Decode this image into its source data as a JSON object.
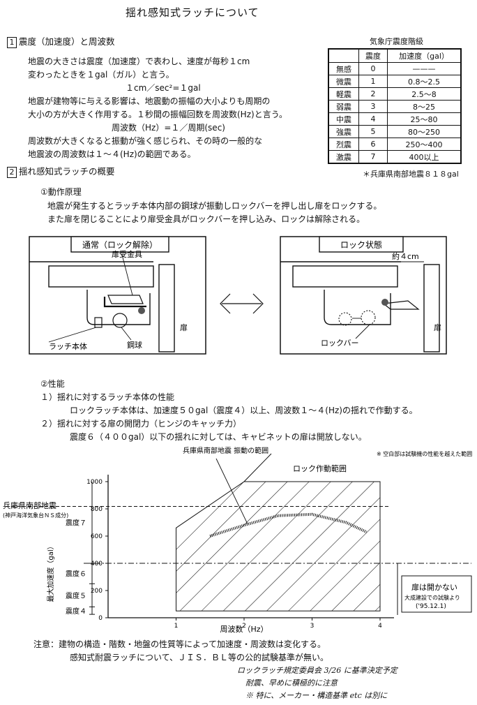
{
  "title": "揺れ感知式ラッチについて",
  "section1": {
    "num": "1",
    "heading": "震度（加速度）と周波数",
    "lines": [
      "地震の大きさは震度（加速度）で表わし、速度が毎秒１cm",
      "変わったときを１gal（ガル）と言う。",
      "１cm／sec²=１gal",
      "地震が建物等に与える影響は、地震動の振幅の大小よりも周期の",
      "大小の方が大きく作用する。１秒間の振幅回数を周波数(Hz)と言う。",
      "周波数（Hz）=１／周期(sec)",
      "周波数が大きくなると振動が強く感じられ、その時の一般的な",
      "地震波の周波数は１～４(Hz)の範囲である。"
    ]
  },
  "jma_table": {
    "title": "気象庁震度階級",
    "headers": [
      "",
      "震度",
      "加速度（gal）"
    ],
    "rows": [
      [
        "無感",
        "0",
        "———"
      ],
      [
        "微震",
        "1",
        "0.8～2.5"
      ],
      [
        "軽震",
        "2",
        "2.5～8"
      ],
      [
        "弱震",
        "3",
        "8～25"
      ],
      [
        "中震",
        "4",
        "25～80"
      ],
      [
        "強震",
        "5",
        "80～250"
      ],
      [
        "烈震",
        "6",
        "250～400"
      ],
      [
        "激震",
        "7",
        "400以上"
      ]
    ],
    "note": "＊兵庫県南部地震８１８gal"
  },
  "section2": {
    "num": "2",
    "heading": "揺れ感知式ラッチの概要",
    "sub1": "①動作原理",
    "sub1_lines": [
      "地震が発生するとラッチ本体内部の鋼球が振動しロックバーを押し出し扉をロックする。",
      "また扉を閉じることにより扉受金具がロックバーを押し込み、ロックは解除される。"
    ],
    "diagram_left": {
      "title": "通常（ロック解除）",
      "label_bracket": "扉受金具",
      "label_body": "ラッチ本体",
      "label_ball": "鋼球",
      "label_door": "扉"
    },
    "diagram_right": {
      "title": "ロック状態",
      "label_dim": "約４cm",
      "label_bar": "ロックバー",
      "label_door": "扉"
    },
    "arrow": "<——>",
    "sub2": "②性能",
    "perf": [
      "１）揺れに対するラッチ本体の性能",
      "ロックラッチ本体は、加速度５０gal（震度４）以上、周波数１～４(Hz)の揺れで作動する。",
      "２）揺れに対する扉の開閉力（ヒンジのキャッチ力）",
      "震度６（４００gal）以下の揺れに対しては、キャビネットの扉は開放しない。"
    ]
  },
  "chart_data": {
    "type": "area",
    "xlabel": "周波数（Hz）",
    "ylabel": "最大加速度（gal）",
    "x_ticks": [
      "1",
      "2",
      "3",
      "4"
    ],
    "y_ticks": [
      "0",
      "200",
      "400",
      "600",
      "800",
      "1000"
    ],
    "xlim": [
      0,
      4
    ],
    "ylim": [
      0,
      1000
    ],
    "lock_range_label": "ロック作動範囲",
    "lock_range_polygon": [
      [
        1,
        50
      ],
      [
        1,
        660
      ],
      [
        2,
        1000
      ],
      [
        4,
        1000
      ],
      [
        4,
        50
      ]
    ],
    "kobe_label": "兵庫県南部地震 振動の範囲",
    "kobe_curve": [
      [
        1.5,
        600
      ],
      [
        2,
        680
      ],
      [
        2.5,
        750
      ],
      [
        3,
        760
      ],
      [
        3.5,
        700
      ],
      [
        3.8,
        630
      ]
    ],
    "kobe_level_label": "兵庫県南部地震",
    "kobe_level_sub": "(神戸海洋気象台ＮＳ成分)",
    "kobe_level": 818,
    "door_limit": 400,
    "door_note": "扉は開かない",
    "door_note_sub": "大成建設での試験より",
    "door_note_date": "('95.12.1)",
    "top_right_note": "※ 空白部は試験機の性能を越えた範囲",
    "shindo_bands": [
      {
        "label": "震度７",
        "from": 400,
        "to": 1000
      },
      {
        "label": "震度６",
        "from": 250,
        "to": 400
      },
      {
        "label": "震度５",
        "from": 80,
        "to": 250
      },
      {
        "label": "震度４",
        "from": 25,
        "to": 80
      }
    ]
  },
  "notes": {
    "prefix": "注意：",
    "line1": "建物の構造・階数・地盤の性質等によって加速度・周波数は変化する。",
    "line2": "感知式耐震ラッチについて、ＪＩＳ．ＢＬ等の公的試験基準が無い。",
    "hand1": "ロックラッチ規定委員会 3/26 に基準決定予定",
    "hand2": "耐震、早めに積極的に注意",
    "hand3": "※ 特に、メーカー・構造基準 etc は別に"
  }
}
